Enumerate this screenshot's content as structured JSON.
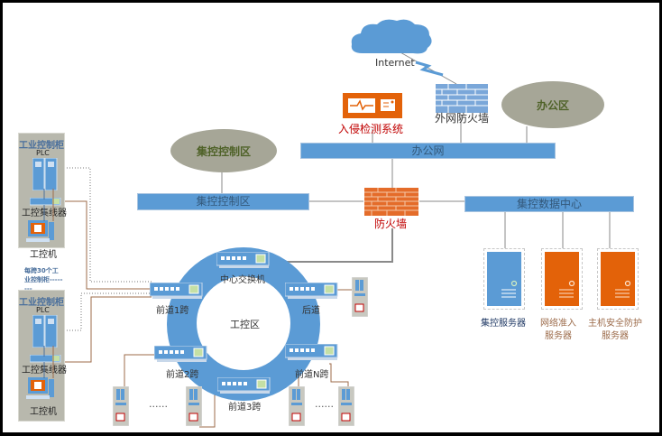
{
  "colors": {
    "network_blue": "#5b9bd5",
    "zone_gray": "#a6a697",
    "zone_text": "#4f6228",
    "firewall_orange": "#e46c2a",
    "server_orange": "#e36209",
    "link_brown": "#9c6b4a",
    "red_text": "#c00000"
  },
  "internet": {
    "label": "Internet"
  },
  "external_firewall": {
    "label": "外网防火墙"
  },
  "ids": {
    "label": "入侵检测系统"
  },
  "office_zone": {
    "label": "办公区"
  },
  "office_network": {
    "label": "办公网"
  },
  "central_control_zone": {
    "label": "集控控制区"
  },
  "central_control_bar": {
    "label": "集控控制区"
  },
  "firewall": {
    "label": "防火墙"
  },
  "data_center_bar": {
    "label": "集控数据中心"
  },
  "servers": [
    {
      "label_lines": [
        "集控服务器"
      ],
      "color": "blue"
    },
    {
      "label_lines": [
        "网络准入",
        "服务器"
      ],
      "color": "orange"
    },
    {
      "label_lines": [
        "主机安全防护",
        "服务器"
      ],
      "color": "orange"
    }
  ],
  "ring": {
    "center_label": "工控区",
    "switches": [
      {
        "id": "core",
        "label": "中心交换机"
      },
      {
        "id": "lane1",
        "label": "前道1跨"
      },
      {
        "id": "rear",
        "label": "后道"
      },
      {
        "id": "lane2",
        "label": "前道2跨"
      },
      {
        "id": "laneN",
        "label": "前道N跨"
      },
      {
        "id": "lane3",
        "label": "前道3跨"
      }
    ]
  },
  "cabinets": [
    {
      "title": "工业控制柜",
      "plc_label": "PLC",
      "hub_label": "工控集线器",
      "pc_label": "工控机"
    },
    {
      "title": "工业控制柜",
      "plc_label": "PLC",
      "hub_label": "工控集线器",
      "pc_label": "工控机"
    }
  ],
  "cabinet_note": "每跨30个工业控制柜--------",
  "ellipsis": "......"
}
